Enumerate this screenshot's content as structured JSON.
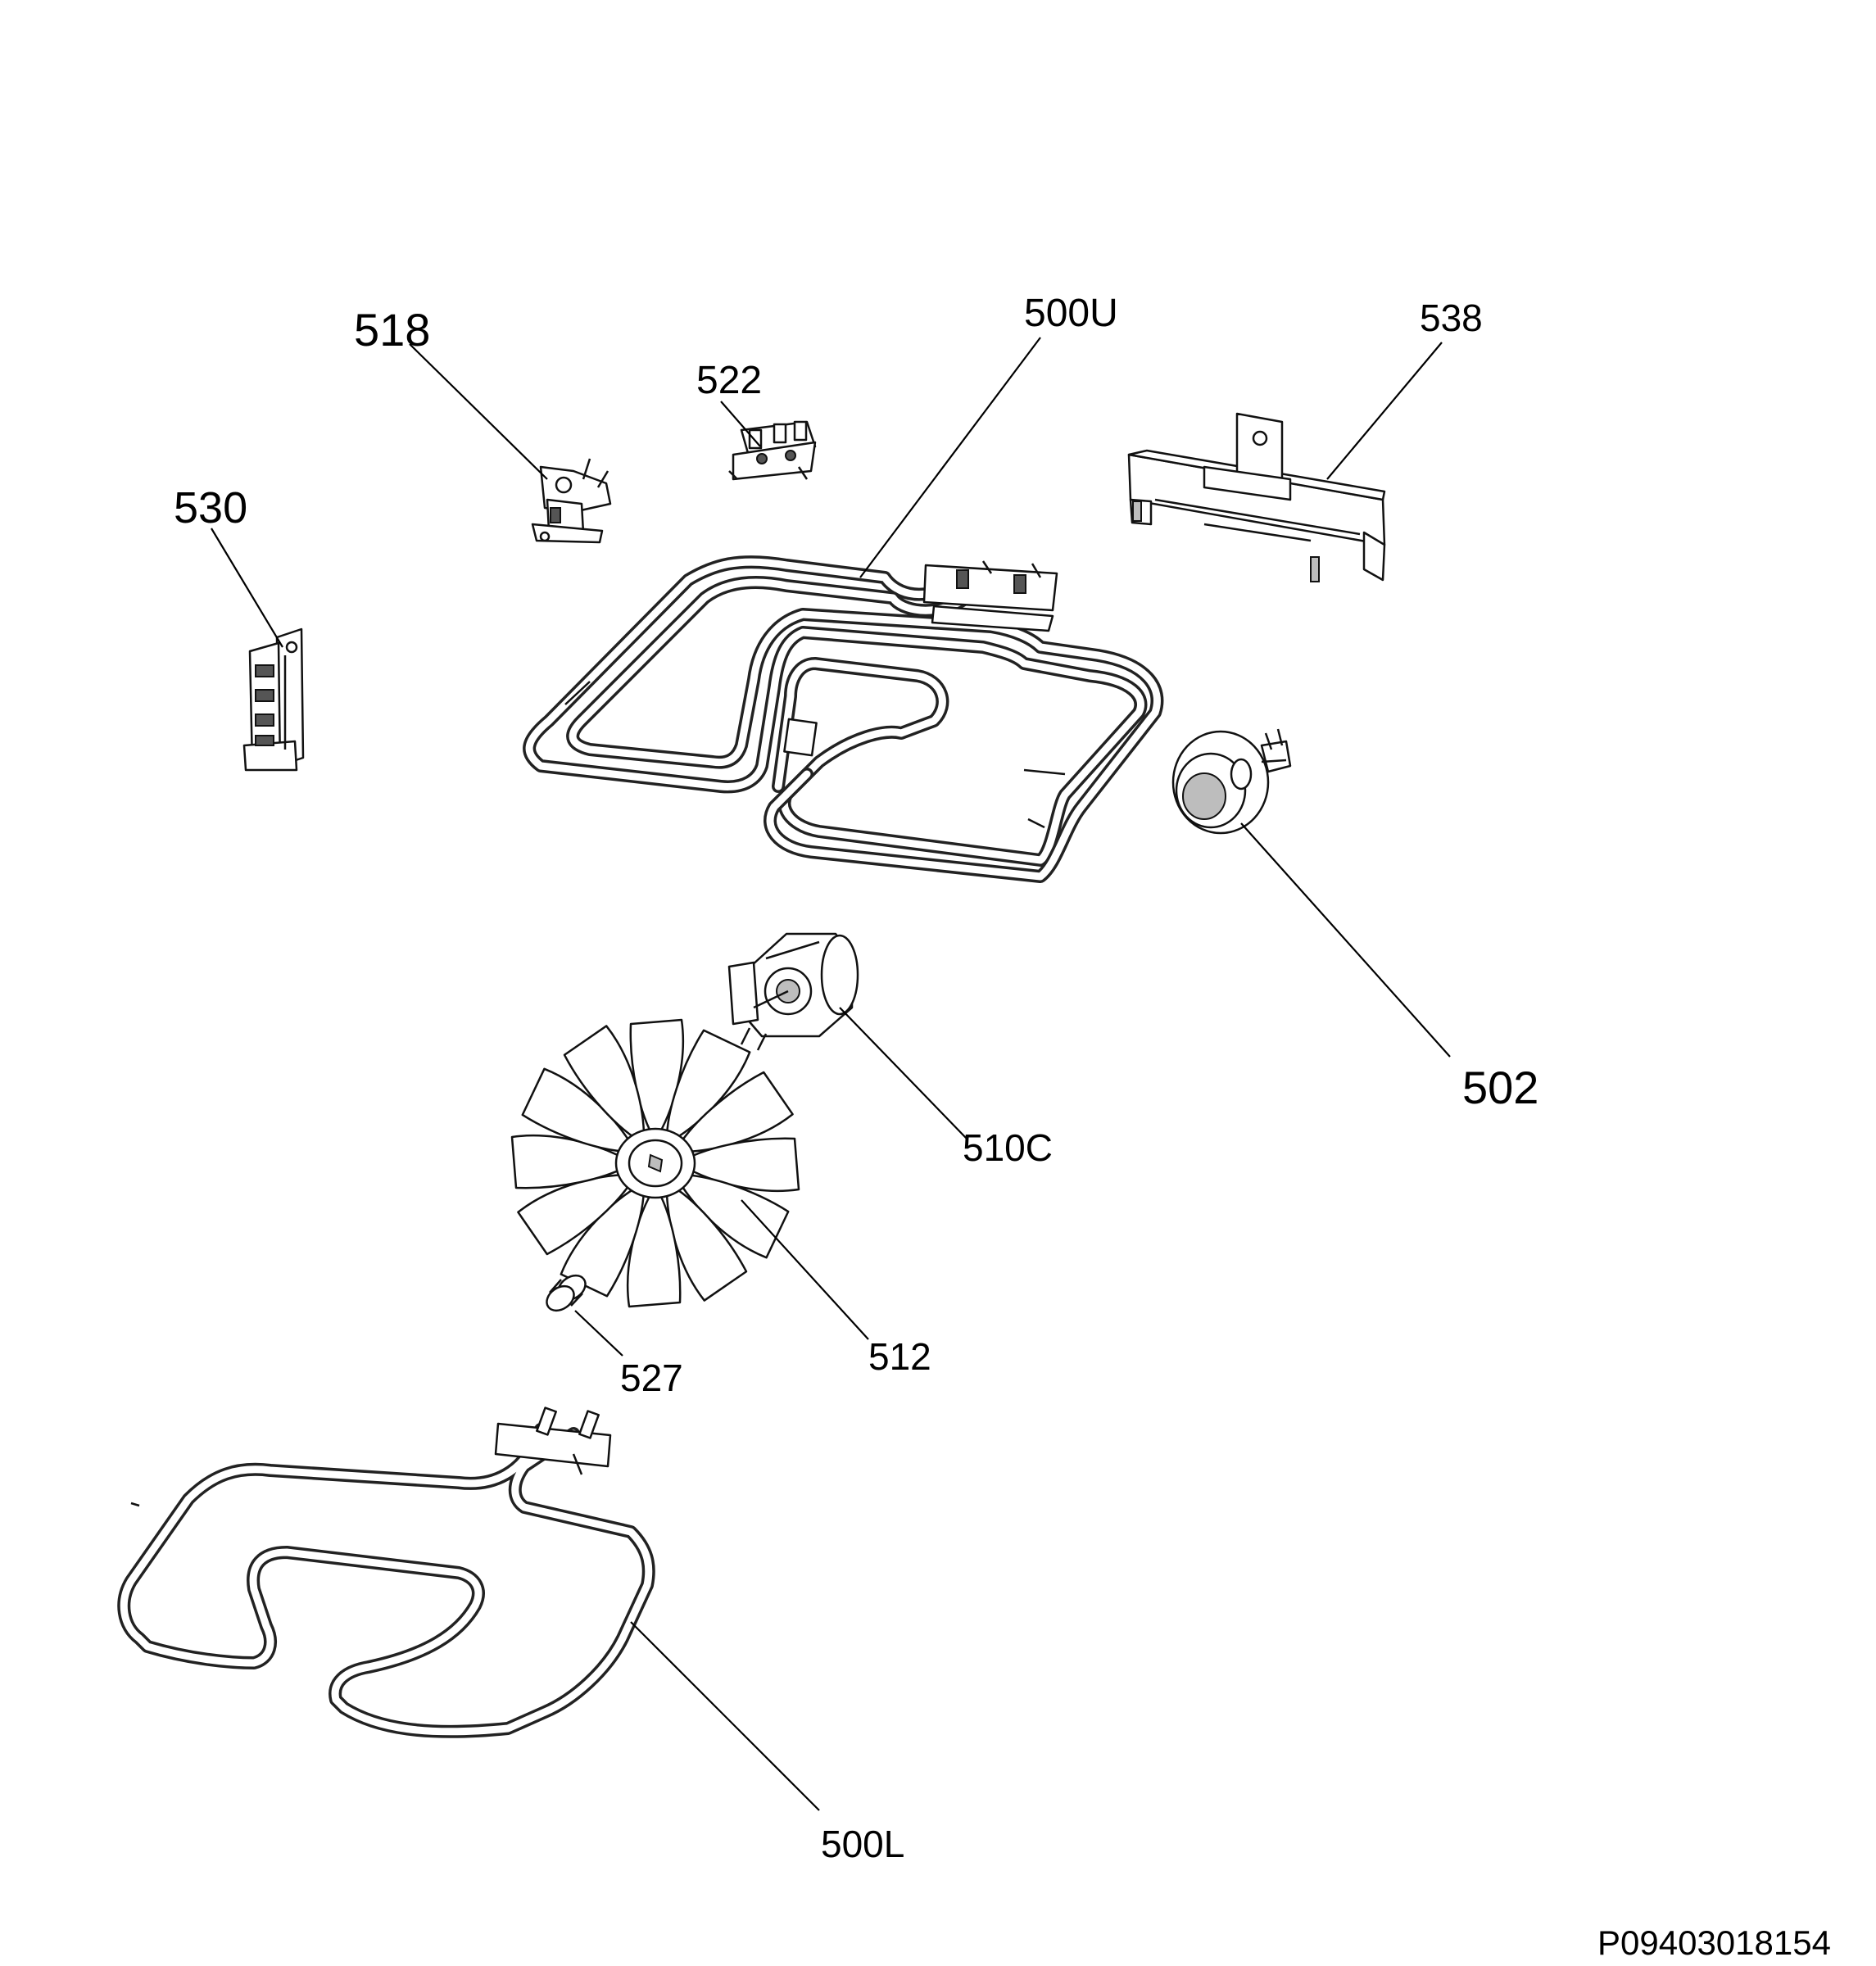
{
  "parts": [
    {
      "id": "500U",
      "label": "500U"
    },
    {
      "id": "538",
      "label": "538"
    },
    {
      "id": "518",
      "label": "518"
    },
    {
      "id": "522",
      "label": "522"
    },
    {
      "id": "530",
      "label": "530"
    },
    {
      "id": "502",
      "label": "502"
    },
    {
      "id": "510C",
      "label": "510C"
    },
    {
      "id": "512",
      "label": "512"
    },
    {
      "id": "527",
      "label": "527"
    },
    {
      "id": "500L",
      "label": "500L"
    }
  ],
  "drawing_code": "P09403018154"
}
